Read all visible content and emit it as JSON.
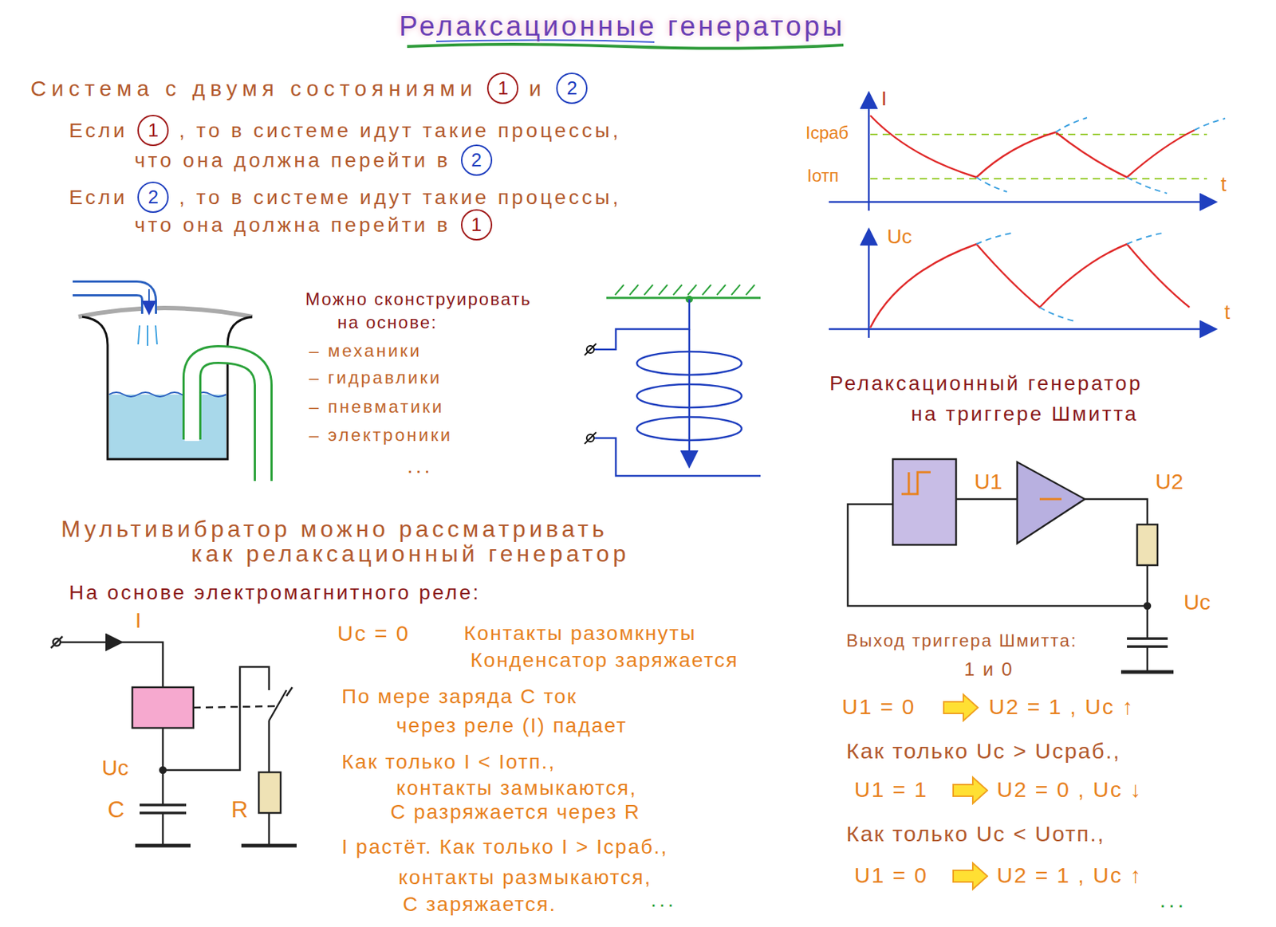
{
  "diagram": {
    "title": "Релаксационные генераторы",
    "nodes": [
      {
        "text": [
          "1"
        ]
      },
      {
        "text": [
          "2"
        ]
      },
      {
        "text": [
          "1"
        ]
      },
      {
        "text": [
          "2"
        ]
      },
      {
        "text": [
          "2"
        ]
      },
      {
        "text": [
          "1"
        ]
      }
    ],
    "labels": [
      "Система с двумя состояниями",
      "и",
      "Если",
      ", то в системе идут такие процессы,",
      "что она должна перейти в",
      "Если",
      ", то в системе идут такие процессы,",
      "что она должна перейти в",
      "I",
      "Iсраб",
      "Iотп",
      "t",
      "Uc",
      "t",
      "Можно сконструировать",
      "на основе:",
      "– механики",
      "– гидравлики",
      "– пневматики",
      "– электроники",
      "...",
      "Релаксационный генератор",
      "на триггере Шмитта",
      "U1",
      "U2",
      "Uc",
      "Мультивибратор можно рассматривать",
      "как релаксационный генератор",
      "На основе электромагнитного реле:",
      "I",
      "Uc",
      "C",
      "R",
      "Uc = 0",
      "Контакты разомкнуты",
      "Конденсатор заряжается",
      "По мере заряда C ток",
      "через реле (I) падает",
      "Как только I < Iотп.,",
      "контакты замыкаются,",
      "C разряжается через R",
      "I растёт. Как только I > Iсраб.,",
      "контакты размыкаются,",
      "C заряжается.",
      "...",
      "Выход триггера Шмитта:",
      "1 и 0",
      "U1 = 0",
      "U2 = 1 , Uc ↑",
      "Как только Uc > Uсраб.,",
      "U1 = 1",
      "U2 = 0 , Uc ↓",
      "Как только Uc < Uотп.,",
      "U1 = 0",
      "U2 = 1 , Uc ↑",
      "..."
    ]
  }
}
